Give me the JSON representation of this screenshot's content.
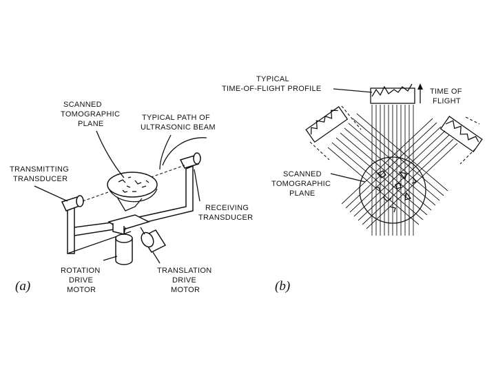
{
  "panel_a": {
    "panel_label": "(a)",
    "scanned_plane": [
      "SCANNED",
      "TOMOGRAPHIC",
      "PLANE"
    ],
    "beam_path": [
      "TYPICAL PATH OF",
      "ULTRASONIC BEAM"
    ],
    "transmitting": [
      "TRANSMITTING",
      "TRANSDUCER"
    ],
    "receiving": [
      "RECEIVING",
      "TRANSDUCER"
    ],
    "rotation_motor": [
      "ROTATION",
      "DRIVE",
      "MOTOR"
    ],
    "translation_motor": [
      "TRANSLATION",
      "DRIVE",
      "MOTOR"
    ]
  },
  "panel_b": {
    "panel_label": "(b)",
    "profile": [
      "TYPICAL",
      "TIME-OF-FLIGHT PROFILE"
    ],
    "time_of_flight": [
      "TIME OF",
      "FLIGHT"
    ],
    "scanned_plane": [
      "SCANNED",
      "TOMOGRAPHIC",
      "PLANE"
    ]
  }
}
